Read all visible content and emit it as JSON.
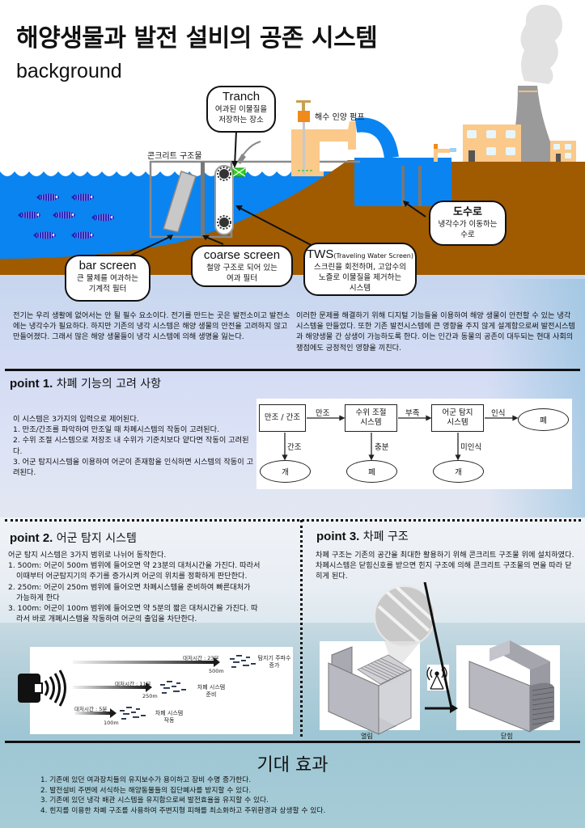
{
  "header": {
    "title": "해양생물과 발전 설비의 공존 시스템",
    "subtitle": "background"
  },
  "illustration": {
    "callouts": {
      "tranch": {
        "title": "Tranch",
        "desc_line1": "여과된 이물질을",
        "desc_line2": "저장하는 장소"
      },
      "bar_screen": {
        "title": "bar screen",
        "desc_line1": "큰 물체를 여과하는",
        "desc_line2": "기계적 필터"
      },
      "coarse_screen": {
        "title": "coarse screen",
        "desc_line1": "철망 구조로 되어 있는",
        "desc_line2": "여과 필터"
      },
      "tws": {
        "title": "TWS",
        "title_sub": "(Traveling Water Screen)",
        "desc_line1": "스크린을 회전하며, 고압수의",
        "desc_line2": "노즐로 이물질을 제거하는",
        "desc_line3": "시스템"
      },
      "channel": {
        "title": "도수로",
        "desc_line1": "냉각수가 이동하는",
        "desc_line2": "수로"
      }
    },
    "labels": {
      "concrete": "콘크리트 구조물",
      "pump": "해수 인양 펌프"
    },
    "colors": {
      "water": "#0a84f0",
      "soil": "#a05a00",
      "pump": "#fbc98a",
      "pump_valve": "#f08a1c",
      "chimney": "#9a9a9a",
      "smoke": "#e2e2e2",
      "fish": "#2020b0",
      "trash_box": "#30d020"
    }
  },
  "background_text": {
    "left": "전기는 우리 생활에 없어서는 안 될 필수 요소이다. 전기를 만드는 곳은 발전소이고 발전소에는 냉각수가 필요하다. 하지만 기존의 냉각 시스템은 해양 생물의 안전을 고려하지 않고 만들어졌다. 그래서 많은 해양 생물들이 냉각 시스템에 의해 생명을 잃는다.",
    "right": "이러한 문제를 해결하기 위해 디지털 기능들을 이용하여 해양 생물이 안전할 수 있는 냉각 시스템을 만들었다. 또한 기존 발전시스템에 큰 영향을 주지 않게 설계함으로써 발전시스템과 해양생물 간 상생이 가능하도록 한다. 이는 인간과 동물의 공존이 대두되는 현대 사회의 쟁점에도 긍정적인 영향을 끼친다."
  },
  "point1": {
    "title_en": "point 1.",
    "title_ko": "차폐 기능의 고려 사항",
    "intro": "이 시스템은 3가지의 입력으로 제어된다.",
    "items": [
      "1. 만조/간조를 파악하여 만조일 때 차폐시스템의 작동이 고려된다.",
      "2. 수위 조절 시스템으로 저장조 내 수위가 기준치보다 얕다면 작동이 고려된다.",
      "3. 어군 탐지시스템을 이용하여 어군이 존재함을 인식하면 시스템의 작동이 고려된다."
    ],
    "flowchart": {
      "boxes": [
        "만조 / 간조",
        "수위 조절\n시스템",
        "어군 탐지\n시스템"
      ],
      "edges_right": [
        "만조",
        "부족",
        "인식"
      ],
      "edges_down": [
        "간조",
        "충분",
        "미인식"
      ],
      "bottom_nodes": [
        "개",
        "폐",
        "개"
      ],
      "end_node": "폐"
    }
  },
  "point2": {
    "title_en": "point 2.",
    "title_ko": "어군 탐지 시스템",
    "intro": "어군 탐지 시스템은 3가지 범위로 나뉘어 동작한다.",
    "items": [
      {
        "head": "1. 500m: 어군이 500m 범위에 들어오면 약 23분의 대처시간을 가진다. 따라서",
        "cont": "이때부터 어군탐지기의 주기를 증가시켜 어군의 위치를 정확하게 판단한다."
      },
      {
        "head": "2. 250m: 어군이 250m 범위에 들어오면 차폐시스템을 준비하여 빠른대처가",
        "cont": "가능하게 한다"
      },
      {
        "head": "3. 100m: 어군이 100m 범위에 들어오면 약 5분의 짧은 대처시간을 가진다. 따",
        "cont": "라서 바로 개폐시스템을 작동하여 어군의 출입을 차단한다."
      }
    ],
    "figure": {
      "ranges": [
        {
          "time": "대처시간 : 23분",
          "dist": "500m",
          "action_line1": "탐지기 주파수",
          "action_line2": "증가"
        },
        {
          "time": "대처시간 : 11분",
          "dist": "250m",
          "action_line1": "차폐 시스템",
          "action_line2": "준비"
        },
        {
          "time": "대처시간 : 5분",
          "dist": "100m",
          "action_line1": "차폐 시스템",
          "action_line2": "작동"
        }
      ]
    }
  },
  "point3": {
    "title_en": "point 3.",
    "title_ko": "차폐 구조",
    "text": "차폐 구조는 기존의 공간을 최대한 활용하기 위해 콘크리트 구조물 위에 설치하였다. 차폐시스템은 닫힘신호를 받으면 힌지 구조에 의해 콘크리트 구조물의 면을 따라 닫히게 된다.",
    "captions": {
      "open": "열림",
      "closed": "닫힘"
    }
  },
  "effects": {
    "title": "기대 효과",
    "items": [
      "1. 기존에 있던 여과장치들의 유지보수가 용이하고 장비 수명 증가한다.",
      "2. 발전설비 주변에 서식하는 해양동물들의 집단폐사를 방지할 수 있다.",
      "3. 기존에 있던 냉각 배관 시스템을 유지함으로써 발전효율을 유지할 수 있다.",
      "4. 힌지를 이용한 차폐 구조를 사용하여 주변지형 피해를 최소화하고 주위환경과 상생할 수 있다."
    ]
  }
}
